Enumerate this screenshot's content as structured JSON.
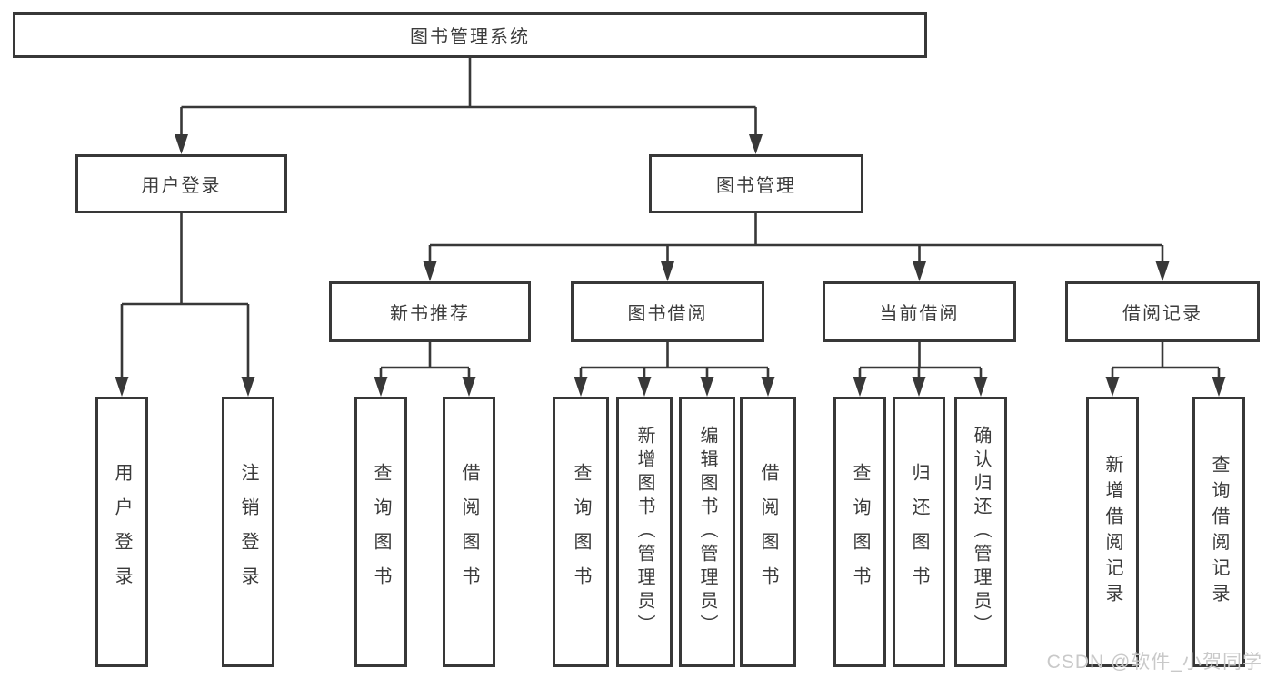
{
  "diagram": {
    "root": {
      "label": "图书管理系统"
    },
    "level2": [
      {
        "label": "用户登录",
        "children": [
          {
            "label": "用户登录"
          },
          {
            "label": "注销登录"
          }
        ]
      },
      {
        "label": "图书管理"
      }
    ],
    "level3": [
      {
        "label": "新书推荐",
        "children": [
          {
            "label": "查询图书"
          },
          {
            "label": "借阅图书"
          }
        ]
      },
      {
        "label": "图书借阅",
        "children": [
          {
            "label": "查询图书"
          },
          {
            "label": "新增图书（管理员）"
          },
          {
            "label": "编辑图书（管理员）"
          },
          {
            "label": "借阅图书"
          }
        ]
      },
      {
        "label": "当前借阅",
        "children": [
          {
            "label": "查询图书"
          },
          {
            "label": "归还图书"
          },
          {
            "label": "确认归还（管理员）"
          }
        ]
      },
      {
        "label": "借阅记录",
        "children": [
          {
            "label": "新增借阅记录"
          },
          {
            "label": "查询借阅记录"
          }
        ]
      }
    ]
  },
  "watermark": {
    "text": "CSDN @软件_小贺同学"
  },
  "colors": {
    "line": "#383838",
    "box_border": "#383838",
    "text": "#3b3b3b",
    "watermark": "#c9c9c9",
    "background": "#ffffff"
  }
}
